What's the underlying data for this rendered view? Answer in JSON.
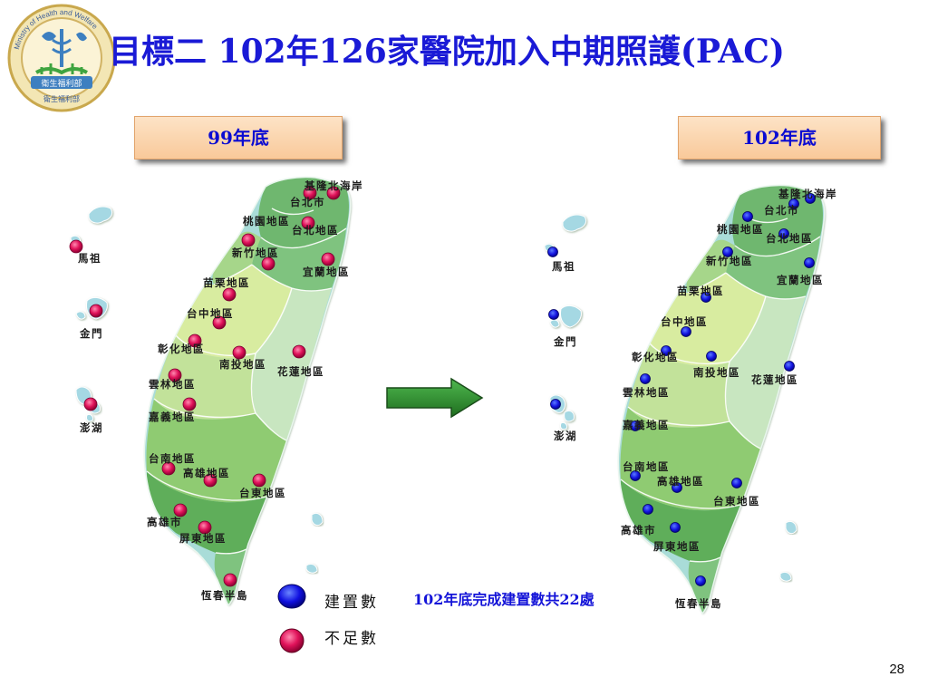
{
  "slide": {
    "title": "目標二 102年126家醫院加入中期照護(PAC)",
    "page_number": "28"
  },
  "logo": {
    "arc_text": "Ministry of Health and Welfare",
    "banner_text": "衛生福利部",
    "bottom_text": "衛生福利部"
  },
  "left_panel": {
    "period_label": "99年底",
    "marker": "不足數"
  },
  "right_panel": {
    "period_label": "102年底",
    "marker": "建置數"
  },
  "map_labels": {
    "keelung_coast": "基隆北海岸",
    "taipei_city": "台北市",
    "taipei_area": "台北地區",
    "taoyuan": "桃園地區",
    "hsinchu": "新竹地區",
    "yilan": "宜蘭地區",
    "miaoli": "苗栗地區",
    "taichung": "台中地區",
    "changhua": "彰化地區",
    "nantou": "南投地區",
    "hualien": "花蓮地區",
    "yunlin": "雲林地區",
    "chiayi": "嘉義地區",
    "tainan": "台南地區",
    "kaohsiung_area": "高雄地區",
    "taitung": "台東地區",
    "kaohsiung_city": "高雄市",
    "pingtung": "屏東地區",
    "hengchun": "恆春半島",
    "matsu": "馬祖",
    "kinmen": "金門",
    "penghu": "澎湖"
  },
  "legend": {
    "built_label": "建置數",
    "shortfall_label": "不足數",
    "built_color": "#1010e0",
    "shortfall_color": "#d8004a"
  },
  "summary": "102年底完成建置數共22處",
  "colors": {
    "title": "#1a1ad6",
    "label_box": "#fbd5ac",
    "arrow": "#2e8b2e"
  }
}
